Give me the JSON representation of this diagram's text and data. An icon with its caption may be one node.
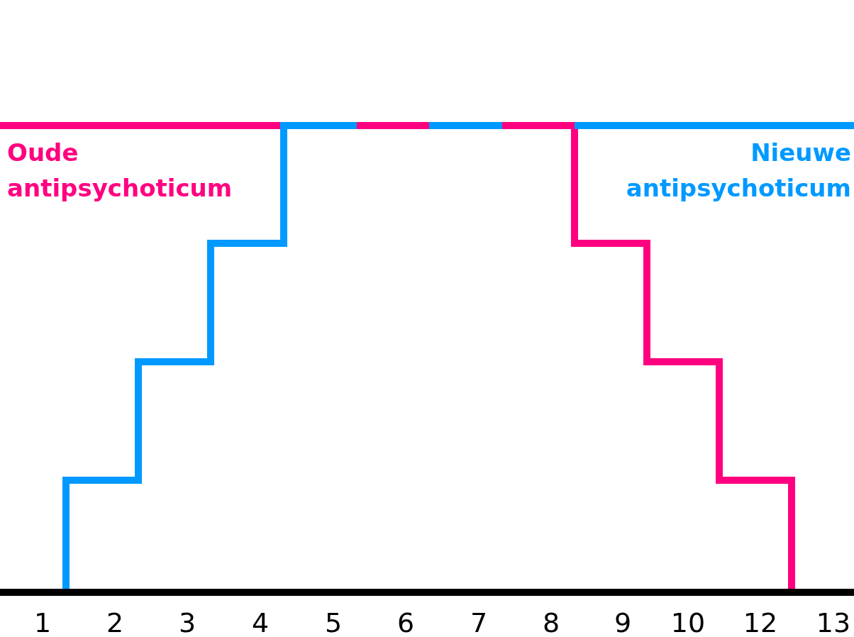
{
  "diagram": {
    "labels": [
      "Oude antipsychoticum",
      "Nieuwe antipsychoticum",
      "1",
      "2",
      "3",
      "4",
      "5",
      "6",
      "7",
      "8",
      "9",
      "10",
      "12",
      "13"
    ]
  }
}
